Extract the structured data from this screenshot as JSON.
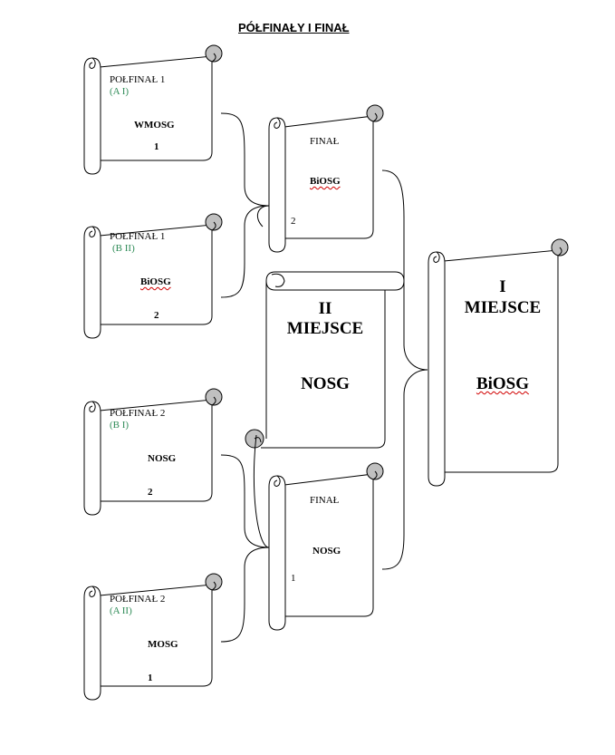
{
  "title": "PÓŁFINAŁY I FINAŁ",
  "semifinals": [
    {
      "label": "POŁFINAŁ 1",
      "group": "(A I)",
      "team": "WMOSG",
      "score": "1"
    },
    {
      "label": "POŁFINAŁ 1",
      "group": "(B II)",
      "team": "BiOSG",
      "score": "2"
    },
    {
      "label": "POŁFINAŁ 2",
      "group": "(B I)",
      "team": "NOSG",
      "score": "2"
    },
    {
      "label": "POŁFINAŁ 2",
      "group": "(A II)",
      "team": "MOSG",
      "score": "1"
    }
  ],
  "finals": [
    {
      "label": "FINAŁ",
      "team": "BiOSG",
      "score": "2"
    },
    {
      "label": "FINAŁ",
      "team": "NOSG",
      "score": "1"
    }
  ],
  "second_place": {
    "rank": "II",
    "label": "MIEJSCE",
    "team": "NOSG"
  },
  "first_place": {
    "rank": "I",
    "label": "MIEJSCE",
    "team": "BiOSG"
  },
  "colors": {
    "group_text": "#2e8b57",
    "spellcheck_underline": "#d00000",
    "scroll_curl_fill": "#c0c0c0"
  }
}
